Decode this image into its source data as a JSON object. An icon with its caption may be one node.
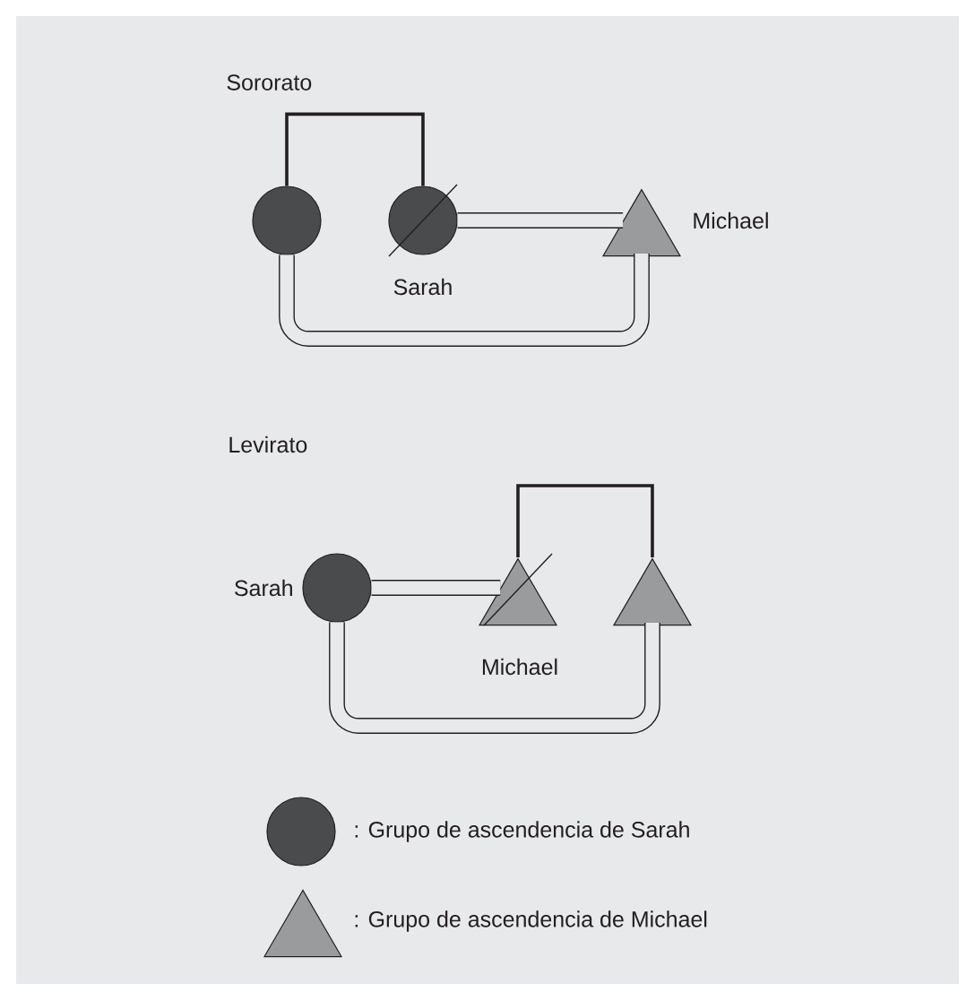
{
  "diagram": {
    "nodes": [
      {
        "text": [],
        "shape": "circle"
      },
      {
        "text": [],
        "shape": "circle",
        "beside": [
          "Sarah"
        ]
      },
      {
        "text": [],
        "shape": "triangle",
        "beside": [
          "Michael"
        ]
      },
      {
        "text": [],
        "shape": "circle",
        "beside": [
          "Sarah"
        ]
      },
      {
        "text": [],
        "shape": "triangle",
        "beside": [
          "Michael"
        ]
      },
      {
        "text": [],
        "shape": "triangle"
      }
    ],
    "edges": [
      {
        "from": 0,
        "to": 1,
        "arrow": "none"
      },
      {
        "from": 1,
        "to": 2,
        "arrow": "none"
      },
      {
        "from": 0,
        "to": 2,
        "arrow": "none"
      },
      {
        "from": 4,
        "to": 5,
        "arrow": "none"
      },
      {
        "from": 3,
        "to": 4,
        "arrow": "none"
      },
      {
        "from": 3,
        "to": 5,
        "arrow": "none"
      }
    ],
    "labels": [
      "Sororato",
      "Levirato"
    ],
    "legend": [
      {
        "text": ": Grupo de ascendencia de Sarah"
      },
      {
        "text": ": Grupo de ascendencia de Michael"
      }
    ]
  }
}
